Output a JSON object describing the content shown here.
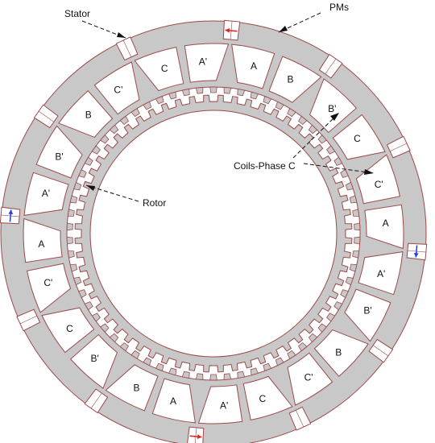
{
  "labels": {
    "stator": "Stator",
    "pms": "PMs",
    "coils_phase_c": "Coils-Phase C",
    "rotor": "Rotor"
  },
  "stator_modules": [
    {
      "coil_1": "C",
      "coil_2": "A'"
    },
    {
      "coil_1": "A",
      "coil_2": "B"
    },
    {
      "coil_1": "B'",
      "coil_2": "C"
    },
    {
      "coil_1": "C'",
      "coil_2": "A"
    },
    {
      "coil_1": "A'",
      "coil_2": "B'"
    },
    {
      "coil_1": "B",
      "coil_2": "C'"
    },
    {
      "coil_1": "C",
      "coil_2": "A'"
    },
    {
      "coil_1": "A",
      "coil_2": "B"
    },
    {
      "coil_1": "B'",
      "coil_2": "C"
    },
    {
      "coil_1": "C'",
      "coil_2": "A"
    },
    {
      "coil_1": "A'",
      "coil_2": "B'"
    },
    {
      "coil_1": "B",
      "coil_2": "C'"
    }
  ],
  "colors": {
    "iron": "#c8c8c8",
    "outline": "#9c4a4a",
    "pm_arrow_red": "#e02020",
    "pm_arrow_blue": "#1f3fd8",
    "slot_fill": "#ffffff"
  }
}
